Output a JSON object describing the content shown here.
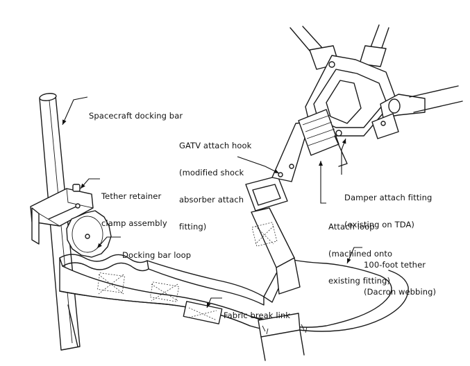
{
  "labels": {
    "docking_bar": [
      "Spacecraft docking bar"
    ],
    "retainer": [
      "Tether retainer",
      "clamp assembly"
    ],
    "docking_loop": [
      "Docking bar loop"
    ],
    "break_link": [
      "Fabric break link"
    ],
    "gatv_hook": [
      "GATV attach hook",
      "(modified shock",
      "absorber attach",
      "fitting)"
    ],
    "damper": [
      "Damper attach fitting",
      "(existing on TDA)"
    ],
    "attach_loop": [
      "Attach loop",
      "(machined onto",
      "existing fitting)"
    ],
    "tether": [
      "100-foot tether",
      "(Dacron webbing)"
    ]
  },
  "colors": {
    "ink": "#1a1a1a",
    "background": "#ffffff"
  }
}
